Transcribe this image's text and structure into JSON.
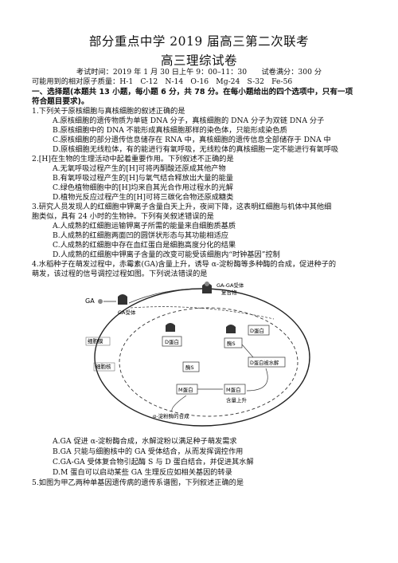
{
  "title1": "部分重点中学 2019 届高三第二次联考",
  "title2": "高三理综试卷",
  "exam_info": "考试时间：2019 年 1 月 30 日上午 9：00–11：30　　试卷满分：300 分",
  "atomic_masses": "可能用到的相对原子质量：H-1　C-12　N-14　O-16　Mg-24　S-32　Fe-56",
  "section1_line1": "一、选择题(本题共 13 小题，每小题 6 分，共 78 分。在每小题给出的四个选项中，只有一项",
  "section1_line2": "符合题目要求)。",
  "q1": {
    "stem": "1.下列关于原核细胞与真核细胞的叙述正确的是",
    "a": "A.原核细胞的遗传物质为单链 DNA 分子，真核细胞的 DNA 分子为双链 DNA 分子",
    "b": "B.原核细胞中的 DNA 不能形成真核细胞那样的染色体，只能形成染色质",
    "c": "C.原核细胞的部分遗传信息储存在 RNA 中，真核细胞的遗传信息全部储存于 DNA 中",
    "d1": "D.原核细胞无线粒体，有的能进行有氧呼吸，无线粒体的真核细胞一定不能进行有氧呼吸"
  },
  "q2": {
    "stem": "2.[H]在生物的生理活动中起着重要作用。下列叙述不正确的是",
    "a": "A.无氧呼吸过程产生的[H]可将丙酮酸还原成其他产物",
    "b": "B.有氧呼吸过程产生的[H]与氧气结合释放出大量的能量",
    "c": "C.绿色植物细胞中的[H]均来自其光合作用过程水的光解",
    "d": "D.植物光反应过程产生的[H]可将三碳化合物还原成糖类"
  },
  "q3": {
    "stem1": "3.研究人员发现人的红细胞中钾离子含量白天上升，夜间下降，这表明红细胞与机体中其他细",
    "stem2": "胞类似，具有 24 小时的生物钟。下列有关叙述错误的是",
    "a": "A.人成熟的红细胞运输钾离子所需的能量来自细胞质基质",
    "b": "B.人成熟的红细胞两面凹的圆饼状形态与其功能相适应",
    "c": "C.人成熟的红细胞中存在血红蛋白是细胞高度分化的结果",
    "d": "D.人成熟的红细胞中钾离子含量的改变可能受该细胞内“时钟基因”控制"
  },
  "q4": {
    "stem1": "4.水稻种子在萌发过程中，赤霉素(GA)含量上升，诱导 α-淀粉酶等多种酶的合成，促进种子的",
    "stem2": "萌发，该过程的信号调控过程如图。下列说法错误的是",
    "a": "A.GA 促进 α-淀粉酶合成，水解淀粉以满足种子萌发需求",
    "b": "B.GA 只能与细胞核中的 GA 受体结合，从而发挥调控作用",
    "c": "C.GA-GA 受体复合物引起酶 S 与 D 蛋白结合，并促进其水解",
    "d": "D.M 蛋白可以启动某些 GA 生理反应如相关基因的转录"
  },
  "q5": {
    "stem": "5.如图为甲乙两种单基因遗传病的遗传系谱图，下列叙述正确的是"
  },
  "diagram": {
    "ga": "GA",
    "receptor": "GA受体",
    "complex": "GA-GA受体",
    "complex2": "复合物",
    "membrane": "细胞膜",
    "nucleus": "细胞核",
    "d_protein": "D蛋白",
    "d_protein2": "D蛋白",
    "enzyme_s": "酶S",
    "enzyme_s2": "酶S",
    "hydrolysis": "D蛋白被水解",
    "m_protein": "M蛋白",
    "m_protein2": "M蛋白",
    "rise": "含量上升",
    "amylase": "α-淀粉酶的合成"
  }
}
